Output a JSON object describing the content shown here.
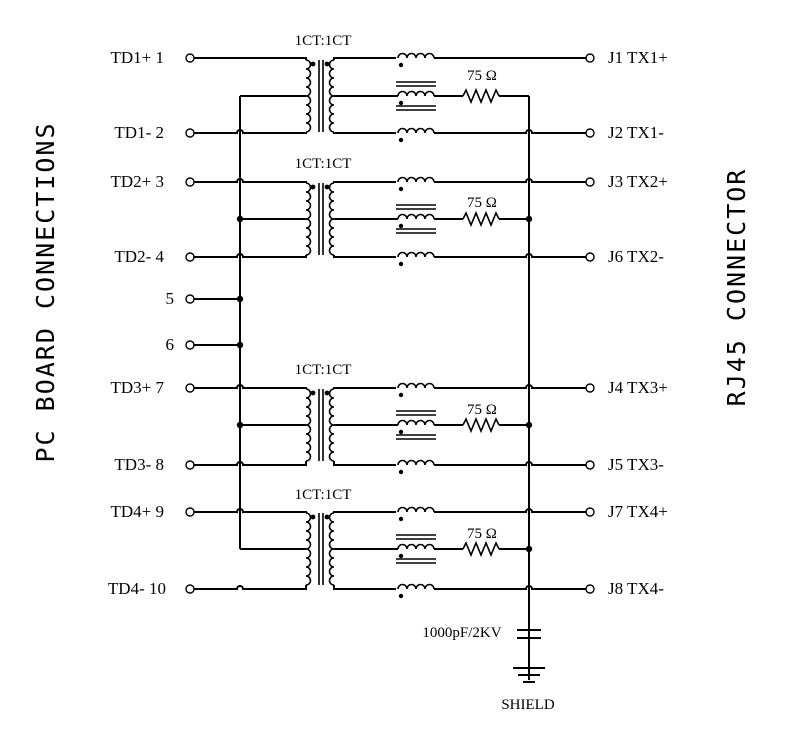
{
  "side_labels": {
    "left": "PC BOARD CONNECTIONS",
    "right": "RJ45 CONNECTOR"
  },
  "transformer_labels": [
    "1CT:1CT",
    "1CT:1CT",
    "1CT:1CT",
    "1CT:1CT"
  ],
  "resistor_labels": [
    "75 Ω",
    "75 Ω",
    "75 Ω",
    "75 Ω"
  ],
  "left_pins": [
    "TD1+ 1",
    "TD1- 2",
    "TD2+ 3",
    "TD2- 4",
    "5",
    "6",
    "TD3+ 7",
    "TD3- 8",
    "TD4+ 9",
    "TD4- 10"
  ],
  "right_pins": [
    "J1 TX1+",
    "J2 TX1-",
    "J3 TX2+",
    "J6 TX2-",
    "J4 TX3+",
    "J5 TX3-",
    "J7 TX4+",
    "J8 TX4-"
  ],
  "capacitor_label": "1000pF/2KV",
  "ground_label": "SHIELD"
}
